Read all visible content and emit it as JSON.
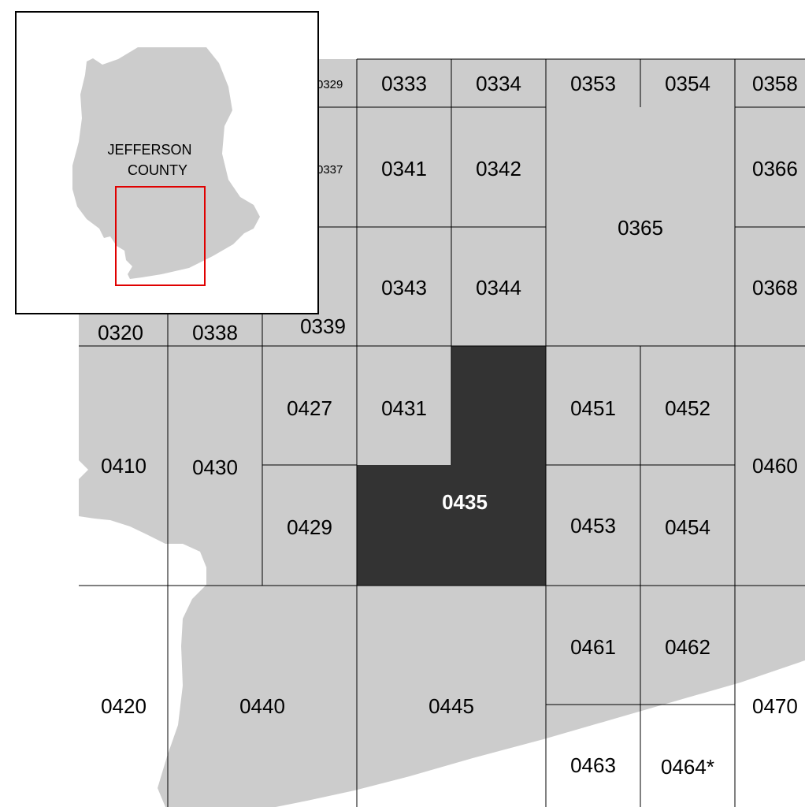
{
  "inset": {
    "county_label_line1": "JEFFERSON",
    "county_label_line2": "COUNTY",
    "highlight_color": "#e00000"
  },
  "colors": {
    "land": "#cccccc",
    "water": "#ffffff",
    "selected_panel": "#333333",
    "grid_lines": "#000000"
  },
  "panels": {
    "p0329": "0329",
    "p0333": "0333",
    "p0334": "0334",
    "p0353": "0353",
    "p0354": "0354",
    "p0358": "0358",
    "p0337": "0337",
    "p0341": "0341",
    "p0342": "0342",
    "p0366": "0366",
    "p0365": "0365",
    "p0343": "0343",
    "p0344": "0344",
    "p0368": "0368",
    "p0320": "0320",
    "p0338": "0338",
    "p0339": "0339",
    "p0427": "0427",
    "p0431": "0431",
    "p0451": "0451",
    "p0452": "0452",
    "p0410": "0410",
    "p0430": "0430",
    "p0460": "0460",
    "p0435": "0435",
    "p0429": "0429",
    "p0453": "0453",
    "p0454": "0454",
    "p0461": "0461",
    "p0462": "0462",
    "p0420": "0420",
    "p0440": "0440",
    "p0445": "0445",
    "p0470": "0470",
    "p0463": "0463",
    "p0464": "0464*"
  }
}
